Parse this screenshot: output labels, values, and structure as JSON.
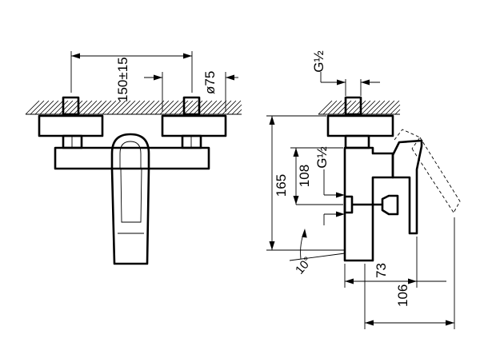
{
  "dimensions": {
    "spacing": "150±15",
    "diameter": "ø75",
    "thread_top": "G½",
    "thread_side": "G½",
    "height_inner": "108",
    "height_outer": "165",
    "angle": "10°",
    "depth_short": "73",
    "depth_long": "106"
  }
}
